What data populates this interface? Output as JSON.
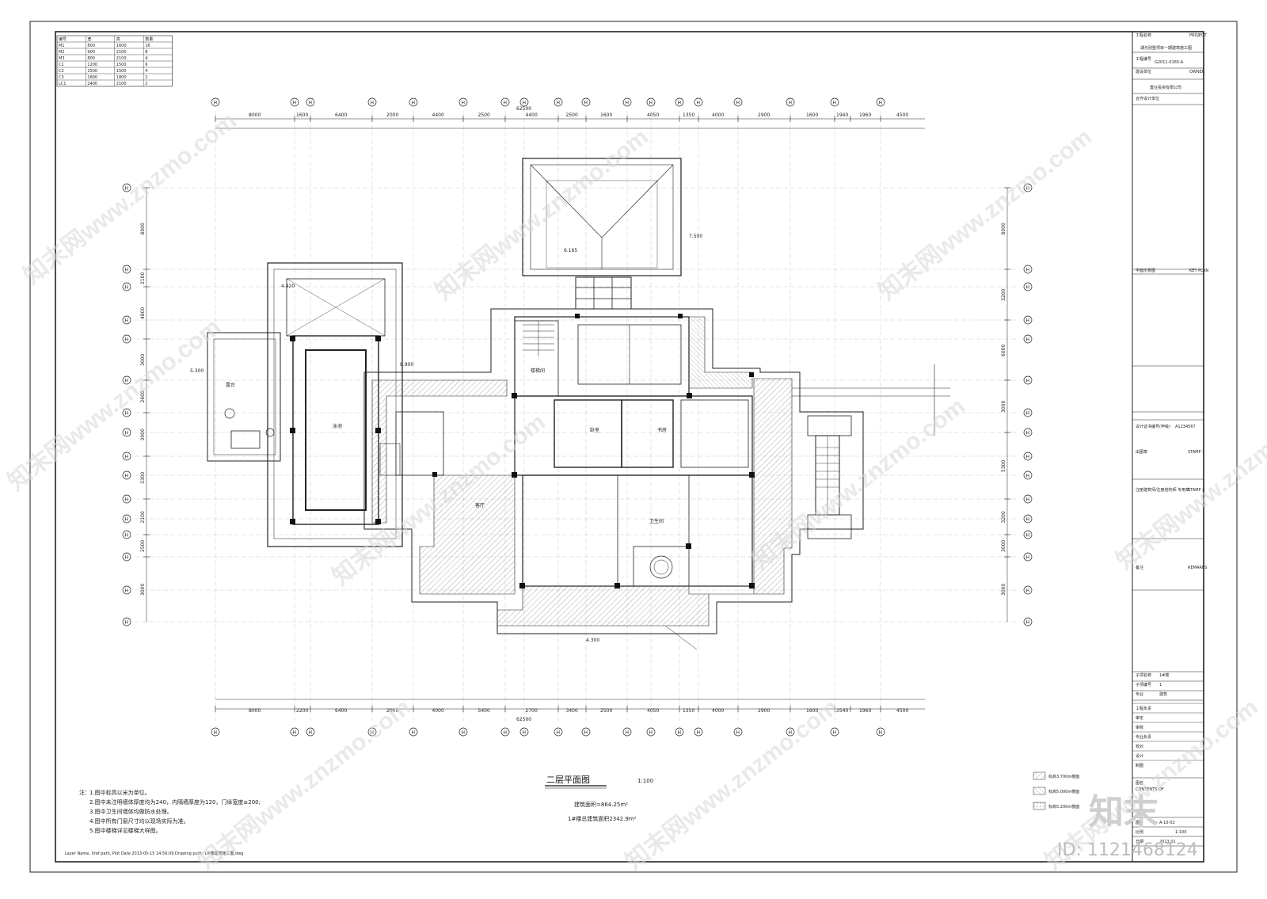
{
  "drawing": {
    "title": "二层平面图",
    "scale": "1:100",
    "area_text": "建筑面积=864.25m²",
    "total_area_text": "1#楼总建筑面积2342.9m²",
    "overall_dim": "62500",
    "top_dims": [
      "8000",
      "1600",
      "6400",
      "2000",
      "4400",
      "2500",
      "4400",
      "2500",
      "1600",
      "4050",
      "1350",
      "4000",
      "2900",
      "1600",
      "1940",
      "1960",
      "4500"
    ],
    "bottom_dims": [
      "8000",
      "2200",
      "6400",
      "2000",
      "4000",
      "5400",
      "2700",
      "3400",
      "2500",
      "4050",
      "1350",
      "4000",
      "2900",
      "1600",
      "2540",
      "1960",
      "4500"
    ],
    "left_dims": [
      "8000",
      "2100",
      "4800",
      "3000",
      "2600",
      "3000",
      "3300",
      "2100",
      "2500",
      "3000"
    ],
    "right_dims": [
      "8000",
      "3200",
      "6000",
      "3000",
      "5300",
      "3200",
      "3000",
      "3000"
    ],
    "axis_marker": "H",
    "elevations": [
      "4.420",
      "5.300",
      "6.165",
      "7.500",
      "8.900",
      "4.300"
    ],
    "rooms": [
      "露台",
      "泳池",
      "卧室",
      "客厅",
      "书房",
      "卫生间",
      "楼梯间"
    ]
  },
  "notes": {
    "header": "注：",
    "lines": [
      "1.图中标高以米为单位。",
      "2.图中未注明墙体厚度均为240，内隔墙厚度为120，门垛宽度≥200;",
      "3.图中卫生间墙体均做防水处理。",
      "4.图中所有门窗尺寸均以现场实际为准。",
      "5.图中楼梯详见楼梯大样图。"
    ]
  },
  "legend": {
    "items": [
      "标高3.700m楼面",
      "标高5.000m楼面",
      "标高5.200m楼面"
    ]
  },
  "table": {
    "headers": [
      "编号",
      "宽",
      "高",
      "数量"
    ],
    "rows": [
      [
        "M1",
        "800",
        "1600",
        "16"
      ],
      [
        "M2",
        "900",
        "2100",
        "8"
      ],
      [
        "M3",
        "800",
        "2100",
        "4"
      ],
      [
        "C1",
        "1200",
        "1500",
        "6"
      ],
      [
        "C2",
        "1500",
        "1500",
        "4"
      ],
      [
        "C3",
        "1800",
        "1800",
        "2"
      ],
      [
        "LC1",
        "2400",
        "2100",
        "2"
      ]
    ]
  },
  "title_block": {
    "project_label": "工程名称",
    "project_label_en": "PROJECT",
    "project_name": "湖光别墅项目一期建筑施工图",
    "project_no_label": "工程编号",
    "project_no": "G2011-0165-A",
    "owner_label": "建设单位",
    "owner_en": "OWNER",
    "owner": "置业投资有限公司",
    "design_label": "合作设计单位",
    "plan_label": "平面示意图",
    "plan_en": "KEY PLAN",
    "cert_label": "设计证书编号(甲级)",
    "cert_no": "A1234567",
    "stamp_label": "出图章",
    "stamp_en": "STAMP 1",
    "reg_label": "注册建筑师/注册结构师 专用章",
    "reg_en": "STAMP 2",
    "remarks_label": "备注",
    "remarks_en": "REMARKS",
    "sub_label": "子项名称",
    "sub_value": "1#楼",
    "sub_no_label": "子项编号",
    "sub_no": "1",
    "discipline_label": "专业",
    "discipline": "建筑",
    "rows": [
      "工程负责",
      "审定",
      "审核",
      "专业负责",
      "校对",
      "设计",
      "制图"
    ],
    "content_label": "图名",
    "content_en": "CONTENTS OF",
    "drawing_no_label": "图号",
    "drawing_no": "A-10-02",
    "scale_label": "比例",
    "scale": "1:100",
    "date_label": "日期",
    "date": "2013.01"
  },
  "footer": {
    "path": "Layer Name, Xref path, Plot Date 2013-05-15 14:56:09 Drawing path: 1#楼建筑施工图.dwg"
  },
  "watermarks": {
    "site": "知末网www.znzmo.com",
    "brand": "知末",
    "id_text": "ID: 1121468124"
  },
  "colors": {
    "line": "#222222",
    "grid": "#bbbbbb",
    "hatch": "#777777",
    "watermark": "#d7d7d7"
  }
}
